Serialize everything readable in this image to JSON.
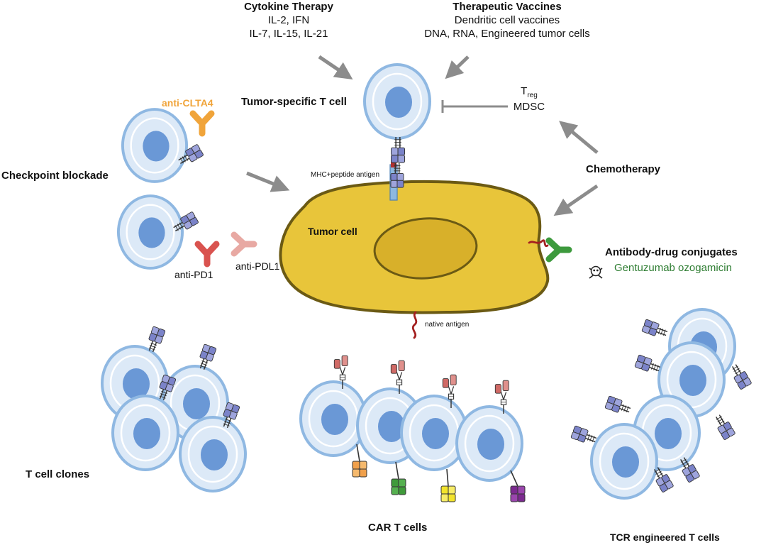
{
  "cytokine": {
    "title": "Cytokine Therapy",
    "lines": [
      "IL-2, IFN",
      "IL-7, IL-15, IL-21"
    ]
  },
  "vaccines": {
    "title": "Therapeutic Vaccines",
    "lines": [
      "Dendritic cell vaccines",
      "DNA, RNA, Engineered tumor cells"
    ]
  },
  "tumor_specific_t_cell": "Tumor-specific T cell",
  "suppressors": {
    "treg_main": "T",
    "treg_sub": "reg",
    "mdsc": "MDSC"
  },
  "chemotherapy": "Chemotherapy",
  "checkpoint": {
    "title": "Checkpoint blockade",
    "anti_ctla4": "anti-CLTA4",
    "anti_pd1": "anti-PD1",
    "anti_pdl1": "anti-PDL1"
  },
  "mhc_label": "MHC+peptide antigen",
  "tumor_cell": "Tumor cell",
  "native_antigen": "native antigen",
  "adc": {
    "title": "Antibody-drug conjugates",
    "example": "Gentuzumab ozogamicin"
  },
  "t_cell_clones": "T cell clones",
  "car_t_cells": "CAR T cells",
  "tcr_t_cells": "TCR engineered T cells",
  "colors": {
    "tumor_fill": "#e8c53a",
    "tumor_nucleus": "#d8b02a",
    "tumor_outline": "#6b5a14",
    "cell_fill": "#dce9f7",
    "cell_outline": "#8fb8e2",
    "nucleus": "#6a98d6",
    "arrow": "#8c8c8c",
    "anti_ctla4": "#f0a43a",
    "anti_pd1": "#d9534f",
    "anti_pdl1": "#e8a9a3",
    "adc_antibody": "#3d9a3d",
    "adc_text": "#2e7d32",
    "antigen": "#a32020",
    "tcr_blue": "#7b83c9",
    "orange": "#f0a04b",
    "green": "#3f9a3a",
    "yellow": "#f2e32c",
    "purple": "#7b2a8f",
    "red_receptor": "#e0605a"
  }
}
